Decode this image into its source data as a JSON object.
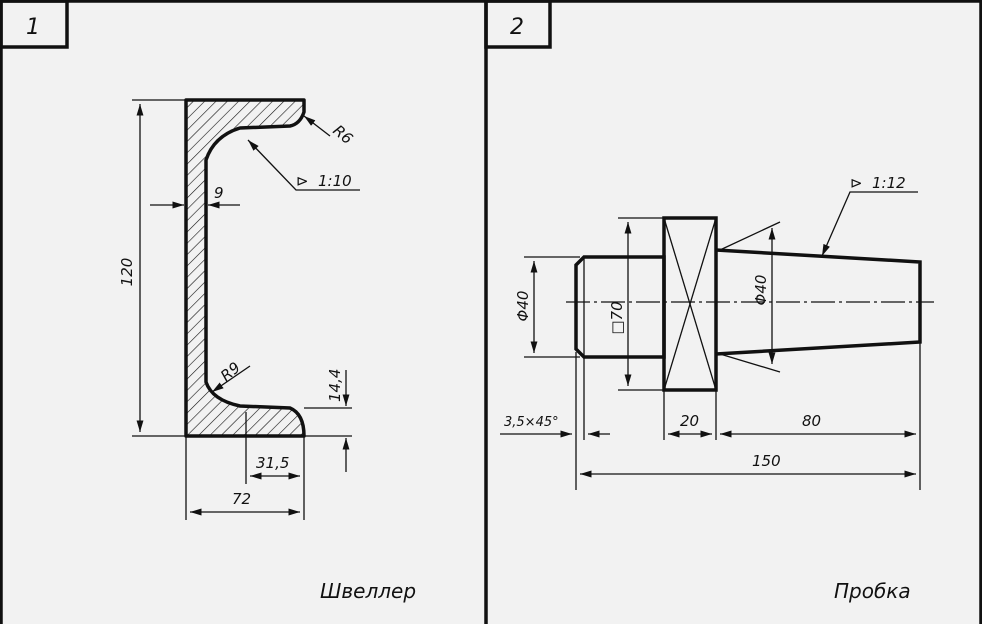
{
  "panels": [
    {
      "number": "1",
      "caption": "Швеллер",
      "dims": {
        "height": "120",
        "web": "9",
        "r_top": "R6",
        "taper": "1:10",
        "r_bottom": "R9",
        "flange_t": "14,4",
        "offset": "31,5",
        "width": "72"
      }
    },
    {
      "number": "2",
      "caption": "Пробка",
      "dims": {
        "taper": "1:12",
        "dia_left": "Φ40",
        "square": "□70",
        "dia_right": "Φ40",
        "chamfer": "3,5×45°",
        "collar": "20",
        "cone_len": "80",
        "total": "150"
      }
    }
  ],
  "colors": {
    "background": "#f2f2f2",
    "ink": "#111111",
    "hatch": "#111111"
  }
}
